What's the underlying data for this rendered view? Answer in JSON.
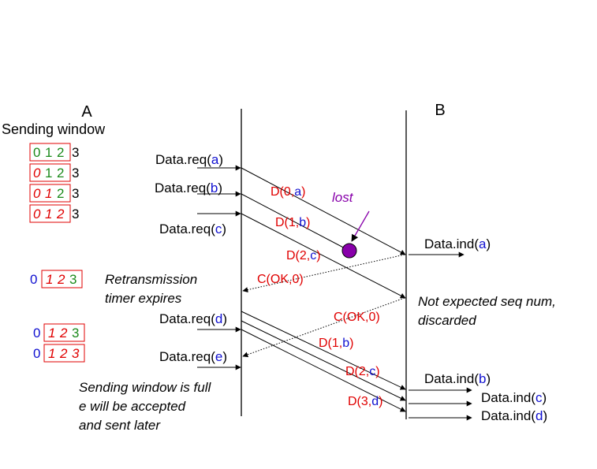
{
  "colors": {
    "black": "#000000",
    "red": "#e00000",
    "green": "#1a8a1a",
    "blue": "#1010d0",
    "purple": "#8800aa",
    "box_border": "#e00000"
  },
  "hosts": {
    "a": "A",
    "b": "B"
  },
  "sending_window_title": "Sending window",
  "windows": [
    {
      "d0": "0",
      "d1": "1",
      "d2": "2",
      "d3": "3"
    },
    {
      "d0": "0",
      "d1": "1",
      "d2": "2",
      "d3": "3"
    },
    {
      "d0": "0",
      "d1": "1",
      "d2": "2",
      "d3": "3"
    },
    {
      "d0": "0",
      "d1": "1",
      "d2": "2",
      "d3": "3"
    },
    {
      "d0": "0",
      "d1": "1",
      "d2": "2",
      "d3": "3"
    },
    {
      "d0": "0",
      "d1": "1",
      "d2": "2",
      "d3": "3"
    },
    {
      "d0": "0",
      "d1": "1",
      "d2": "2",
      "d3": "3"
    }
  ],
  "requests": {
    "a": {
      "prefix": "Data.req(",
      "arg": "a",
      "suffix": ")"
    },
    "b": {
      "prefix": "Data.req(",
      "arg": "b",
      "suffix": ")"
    },
    "c": {
      "prefix": "Data.req(",
      "arg": "c",
      "suffix": ")"
    },
    "d": {
      "prefix": "Data.req(",
      "arg": "d",
      "suffix": ")"
    },
    "e": {
      "prefix": "Data.req(",
      "arg": "e",
      "suffix": ")"
    }
  },
  "indications": {
    "a": {
      "prefix": "Data.ind(",
      "arg": "a",
      "suffix": ")"
    },
    "b": {
      "prefix": "Data.ind(",
      "arg": "b",
      "suffix": ")"
    },
    "c": {
      "prefix": "Data.ind(",
      "arg": "c",
      "suffix": ")"
    },
    "d": {
      "prefix": "Data.ind(",
      "arg": "d",
      "suffix": ")"
    }
  },
  "frames": {
    "d0a": {
      "prefix": "D(0,",
      "arg": "a",
      "suffix": ")"
    },
    "d1b": {
      "prefix": "D(1,",
      "arg": "b",
      "suffix": ")"
    },
    "d2c": {
      "prefix": "D(2,",
      "arg": "c",
      "suffix": ")"
    },
    "d1b_retx": {
      "prefix": "D(1,",
      "arg": "b",
      "suffix": ")"
    },
    "d2c_retx": {
      "prefix": "D(2,",
      "arg": "c",
      "suffix": ")"
    },
    "d3d": {
      "prefix": "D(3,",
      "arg": "d",
      "suffix": ")"
    }
  },
  "acks": {
    "first": "C(OK,0)",
    "second": "C(OK,0)"
  },
  "lost_label": "lost",
  "notes": {
    "retransmission_line1": "Retransmission",
    "retransmission_line2": "timer expires",
    "not_expected_line1": "Not expected seq num,",
    "not_expected_line2": "discarded",
    "window_full_line1": "Sending window is full",
    "window_full_line2": "e will be accepted",
    "window_full_line3": "and sent later"
  }
}
